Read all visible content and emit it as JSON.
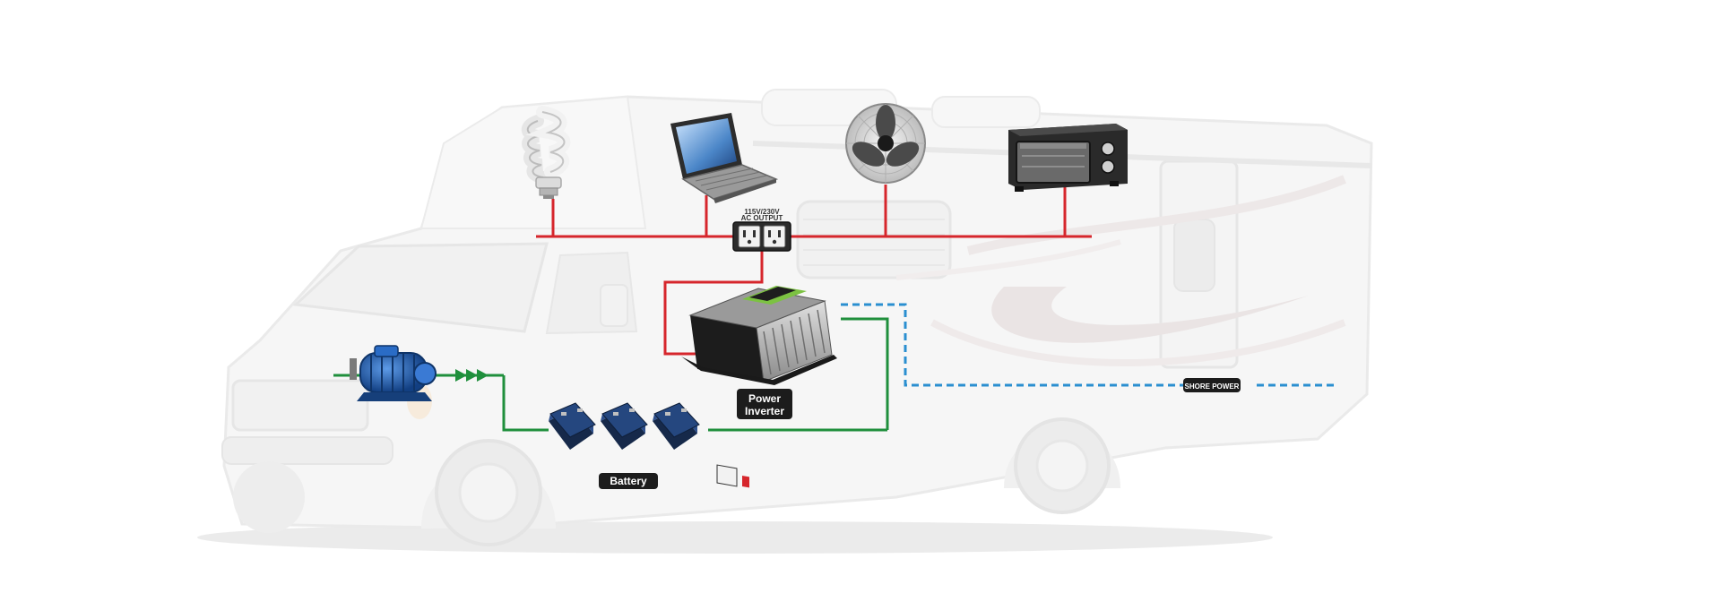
{
  "labels": {
    "outlet_voltage": "115V/230V",
    "outlet_title": "AC OUTPUT",
    "inverter_line1": "Power",
    "inverter_line2": "Inverter",
    "battery": "Battery",
    "shore_power": "SHORE POWER"
  },
  "icons": {
    "generator": "electric-motor-icon",
    "bulb": "cfl-bulb-icon",
    "laptop": "laptop-icon",
    "fan": "desk-fan-icon",
    "oven": "toaster-oven-icon",
    "inverter": "power-inverter-icon",
    "battery": "battery-icon",
    "outlet": "ac-outlet-icon"
  },
  "colors": {
    "ac_line": "#d6262c",
    "dc_line": "#1f8f3c",
    "shore_line": "#2a8fd0",
    "label_bg": "#1c1c1c",
    "motor": "#1f5fb4",
    "battery_body": "#1e3760",
    "inverter_green": "#7cc242"
  }
}
